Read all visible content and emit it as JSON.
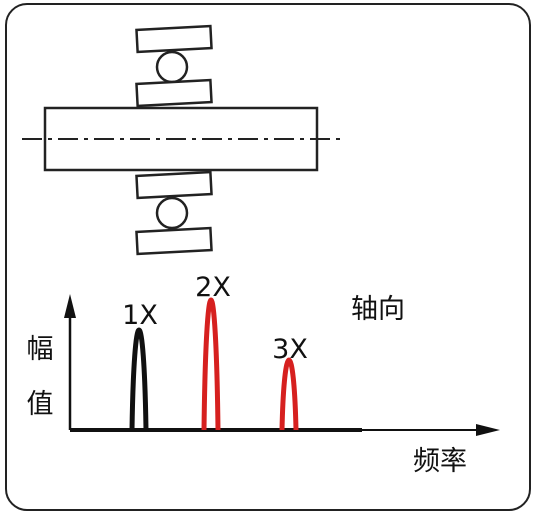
{
  "diagram": {
    "peak_labels": [
      "1X",
      "2X",
      "3X"
    ],
    "direction_label": "轴向",
    "y_axis_label_chars": [
      "幅",
      "值"
    ],
    "x_axis_label": "频率"
  },
  "chart_data": {
    "type": "bar",
    "categories": [
      "1X",
      "2X",
      "3X"
    ],
    "values": [
      1.0,
      1.3,
      0.7
    ],
    "title": "",
    "xlabel": "频率",
    "ylabel": "幅值",
    "annotations": [
      "轴向"
    ],
    "colors": [
      "#111111",
      "#d6201f",
      "#d6201f"
    ]
  },
  "colors": {
    "stroke": "#222222",
    "black_peak": "#111111",
    "red_peak": "#d6201f"
  }
}
